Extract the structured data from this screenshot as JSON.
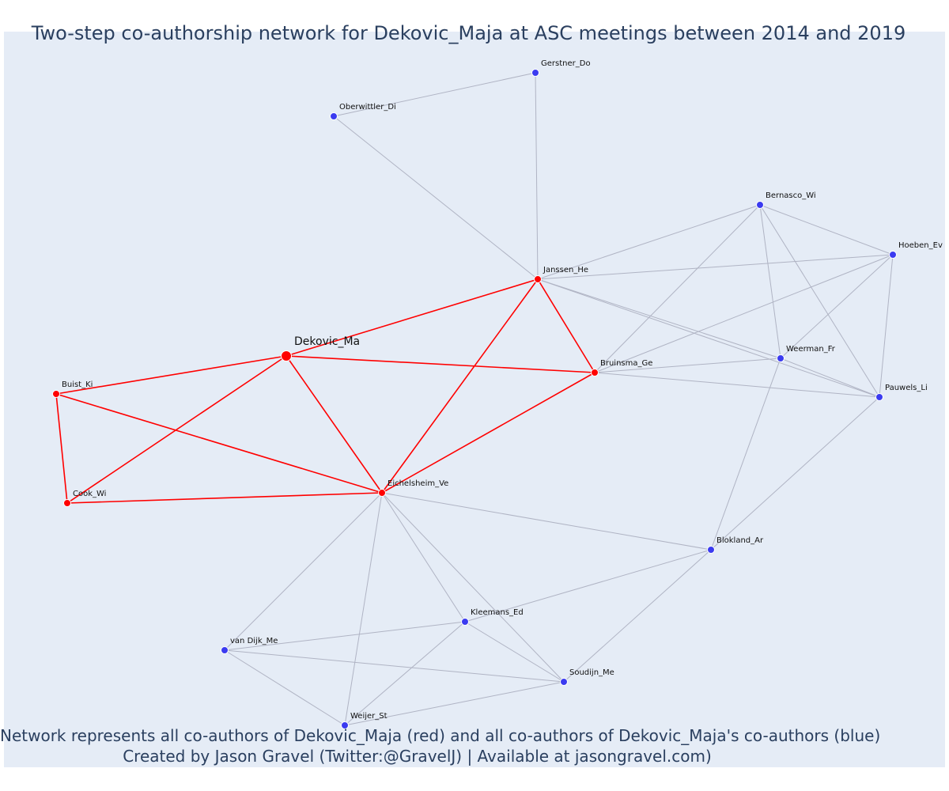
{
  "title": "Two-step co-authorship network for Dekovic_Maja at ASC meetings between 2014 and 2019",
  "footer": {
    "line1": "Network represents all co-authors of Dekovic_Maja (red) and all co-authors of Dekovic_Maja's co-authors (blue)",
    "line2": "Created by Jason Gravel (Twitter:@GravelJ) | Available at jasongravel.com)"
  },
  "colors": {
    "background": "#e5ecf6",
    "first_degree": "#ff0000",
    "second_degree": "#3b3bf0",
    "second_degree_edge": "#b0b4c4",
    "title_text": "#2a3f5f"
  },
  "network": {
    "ego": "Dekovic_Ma",
    "nodes": [
      {
        "id": "Dekovic_Ma",
        "group": "ego"
      },
      {
        "id": "Janssen_He",
        "group": "coauthor"
      },
      {
        "id": "Bruinsma_Ge",
        "group": "coauthor"
      },
      {
        "id": "Eichelsheim_Ve",
        "group": "coauthor"
      },
      {
        "id": "Buist_Ki",
        "group": "coauthor"
      },
      {
        "id": "Cook_Wi",
        "group": "coauthor"
      },
      {
        "id": "Gerstner_Do",
        "group": "second"
      },
      {
        "id": "Oberwittler_Di",
        "group": "second"
      },
      {
        "id": "Bernasco_Wi",
        "group": "second"
      },
      {
        "id": "Hoeben_Ev",
        "group": "second"
      },
      {
        "id": "Weerman_Fr",
        "group": "second"
      },
      {
        "id": "Pauwels_Li",
        "group": "second"
      },
      {
        "id": "Blokland_Ar",
        "group": "second"
      },
      {
        "id": "Kleemans_Ed",
        "group": "second"
      },
      {
        "id": "van Dijk_Me",
        "group": "second"
      },
      {
        "id": "Soudijn_Me",
        "group": "second"
      },
      {
        "id": "Weijer_St",
        "group": "second"
      }
    ],
    "edges": [
      [
        "Dekovic_Ma",
        "Janssen_He",
        "red"
      ],
      [
        "Dekovic_Ma",
        "Bruinsma_Ge",
        "red"
      ],
      [
        "Dekovic_Ma",
        "Eichelsheim_Ve",
        "red"
      ],
      [
        "Dekovic_Ma",
        "Buist_Ki",
        "red"
      ],
      [
        "Dekovic_Ma",
        "Cook_Wi",
        "red"
      ],
      [
        "Janssen_He",
        "Bruinsma_Ge",
        "red"
      ],
      [
        "Janssen_He",
        "Eichelsheim_Ve",
        "red"
      ],
      [
        "Bruinsma_Ge",
        "Eichelsheim_Ve",
        "red"
      ],
      [
        "Buist_Ki",
        "Cook_Wi",
        "red"
      ],
      [
        "Buist_Ki",
        "Eichelsheim_Ve",
        "red"
      ],
      [
        "Cook_Wi",
        "Eichelsheim_Ve",
        "red"
      ],
      [
        "Gerstner_Do",
        "Oberwittler_Di",
        "grey"
      ],
      [
        "Gerstner_Do",
        "Janssen_He",
        "grey"
      ],
      [
        "Oberwittler_Di",
        "Janssen_He",
        "grey"
      ],
      [
        "Janssen_He",
        "Bernasco_Wi",
        "grey"
      ],
      [
        "Janssen_He",
        "Hoeben_Ev",
        "grey"
      ],
      [
        "Janssen_He",
        "Weerman_Fr",
        "grey"
      ],
      [
        "Janssen_He",
        "Pauwels_Li",
        "grey"
      ],
      [
        "Bernasco_Wi",
        "Hoeben_Ev",
        "grey"
      ],
      [
        "Bernasco_Wi",
        "Bruinsma_Ge",
        "grey"
      ],
      [
        "Bernasco_Wi",
        "Weerman_Fr",
        "grey"
      ],
      [
        "Bernasco_Wi",
        "Pauwels_Li",
        "grey"
      ],
      [
        "Hoeben_Ev",
        "Bruinsma_Ge",
        "grey"
      ],
      [
        "Hoeben_Ev",
        "Weerman_Fr",
        "grey"
      ],
      [
        "Hoeben_Ev",
        "Pauwels_Li",
        "grey"
      ],
      [
        "Bruinsma_Ge",
        "Weerman_Fr",
        "grey"
      ],
      [
        "Bruinsma_Ge",
        "Pauwels_Li",
        "grey"
      ],
      [
        "Weerman_Fr",
        "Pauwels_Li",
        "grey"
      ],
      [
        "Weerman_Fr",
        "Blokland_Ar",
        "grey"
      ],
      [
        "Pauwels_Li",
        "Blokland_Ar",
        "grey"
      ],
      [
        "Eichelsheim_Ve",
        "Blokland_Ar",
        "grey"
      ],
      [
        "Eichelsheim_Ve",
        "Kleemans_Ed",
        "grey"
      ],
      [
        "Eichelsheim_Ve",
        "Soudijn_Me",
        "grey"
      ],
      [
        "Eichelsheim_Ve",
        "van Dijk_Me",
        "grey"
      ],
      [
        "Eichelsheim_Ve",
        "Weijer_St",
        "grey"
      ],
      [
        "Blokland_Ar",
        "Kleemans_Ed",
        "grey"
      ],
      [
        "Blokland_Ar",
        "Soudijn_Me",
        "grey"
      ],
      [
        "Kleemans_Ed",
        "van Dijk_Me",
        "grey"
      ],
      [
        "Kleemans_Ed",
        "Soudijn_Me",
        "grey"
      ],
      [
        "Kleemans_Ed",
        "Weijer_St",
        "grey"
      ],
      [
        "van Dijk_Me",
        "Soudijn_Me",
        "grey"
      ],
      [
        "van Dijk_Me",
        "Weijer_St",
        "grey"
      ],
      [
        "Soudijn_Me",
        "Weijer_St",
        "grey"
      ]
    ]
  }
}
